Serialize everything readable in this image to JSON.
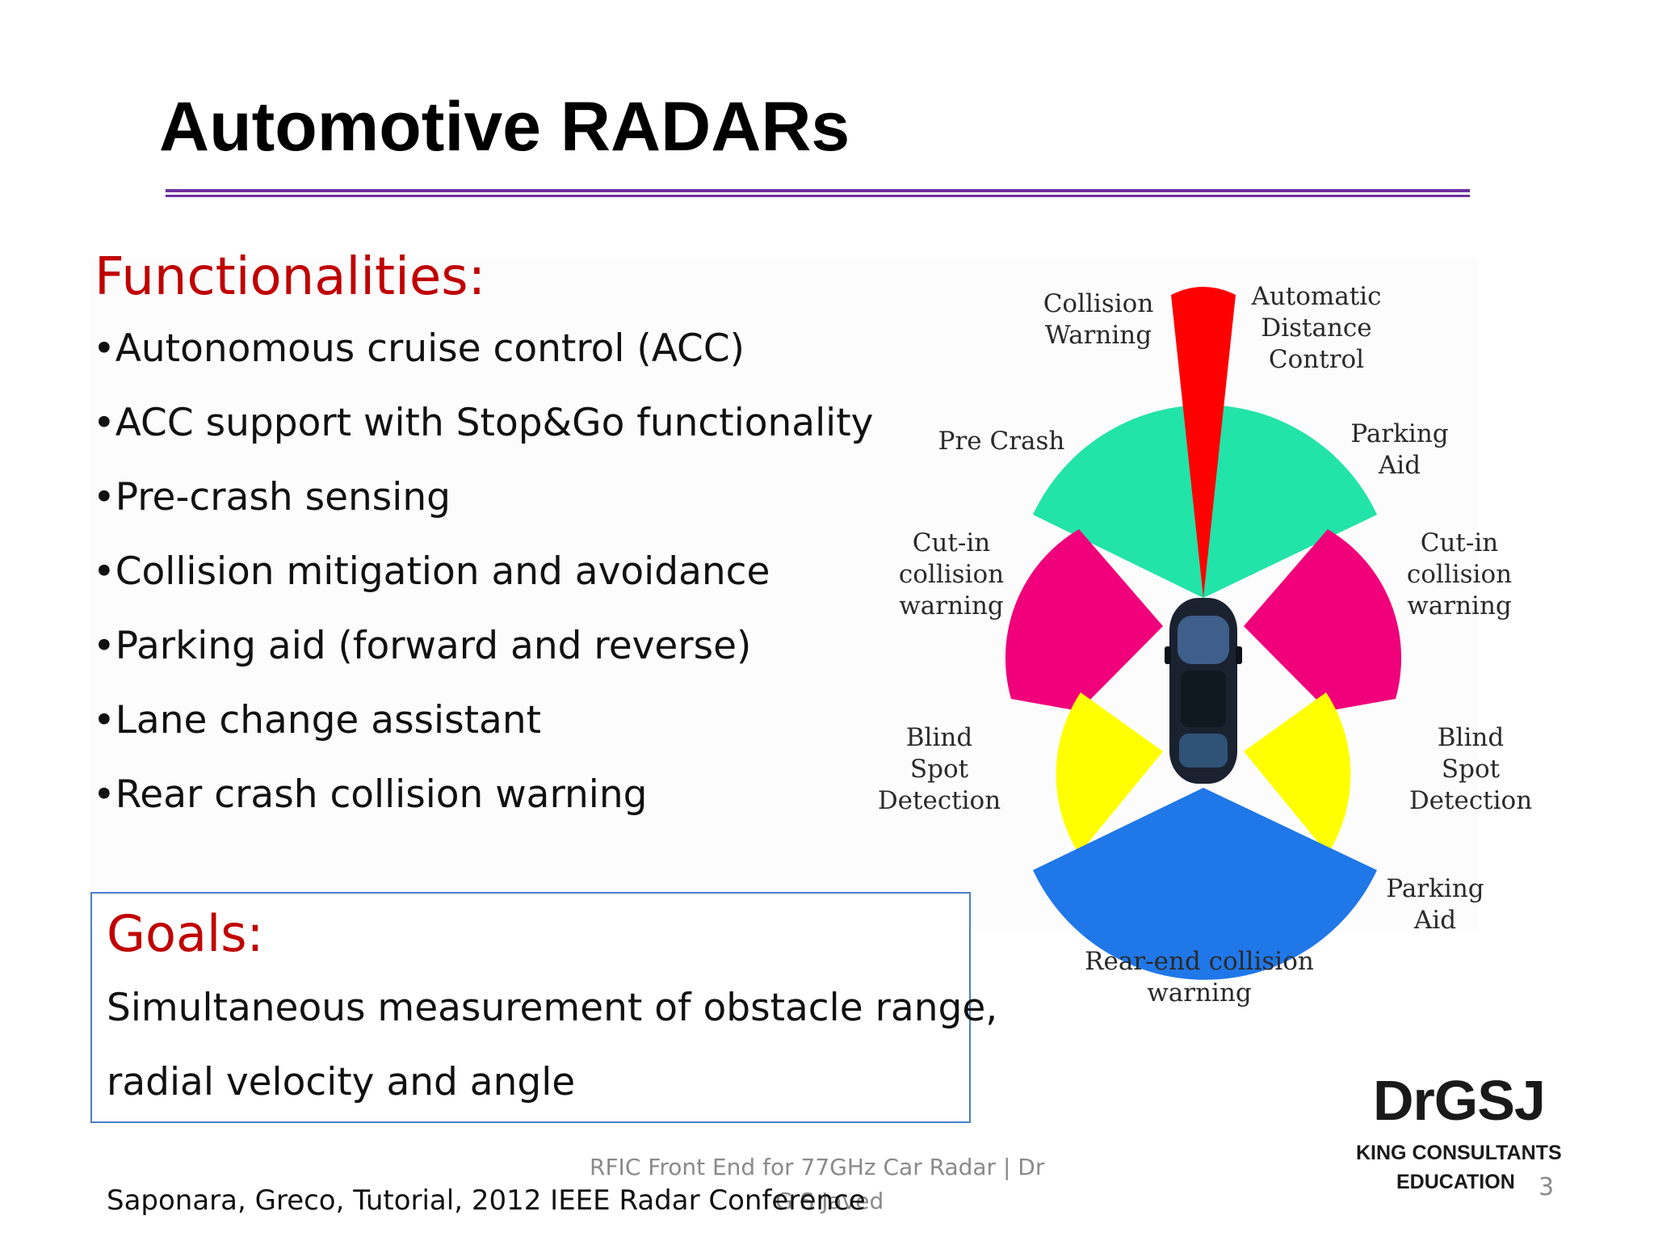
{
  "slide": {
    "title": "Automotive RADARs",
    "functionalities_heading": "Functionalities:",
    "functionalities": [
      "Autonomous cruise control (ACC)",
      "ACC support with Stop&Go functionality",
      "Pre-crash sensing",
      "Collision mitigation and avoidance",
      "Parking aid (forward and reverse)",
      "Lane change assistant",
      "Rear crash collision warning"
    ],
    "goals_heading": "Goals:",
    "goals_lines": [
      "Simultaneous measurement of obstacle range,",
      "radial velocity and angle"
    ]
  },
  "diagram": {
    "labels": {
      "collision_warning": [
        "Collision",
        "Warning"
      ],
      "automatic_distance_control": [
        "Automatic",
        "Distance",
        "Control"
      ],
      "pre_crash": [
        "Pre Crash"
      ],
      "parking_aid_front": [
        "Parking",
        "Aid"
      ],
      "cut_in_left": [
        "Cut-in",
        "collision",
        "warning"
      ],
      "cut_in_right": [
        "Cut-in",
        "collision",
        "warning"
      ],
      "blind_spot_left": [
        "Blind",
        "Spot",
        "Detection"
      ],
      "blind_spot_right": [
        "Blind",
        "Spot",
        "Detection"
      ],
      "parking_aid_rear": [
        "Parking",
        "Aid"
      ],
      "rear_end": [
        "Rear-end collision",
        "warning"
      ]
    },
    "colors": {
      "long_range": "#ff0000",
      "pre_crash": "#22e3a8",
      "cut_in": "#f0007a",
      "blind_spot": "#ffff00",
      "rear": "#1f77e8",
      "car": "#1a2230"
    }
  },
  "footer": {
    "line1": "RFIC Front End for 77GHz Car Radar   |   Dr",
    "line2": "G S Javed",
    "citation": "Saponara, Greco, Tutorial, 2012 IEEE Radar Conference",
    "page_number": "3"
  },
  "logo": {
    "main": "DrGSJ",
    "line1": "KING CONSULTANTS",
    "line2": "EDUCATION"
  }
}
